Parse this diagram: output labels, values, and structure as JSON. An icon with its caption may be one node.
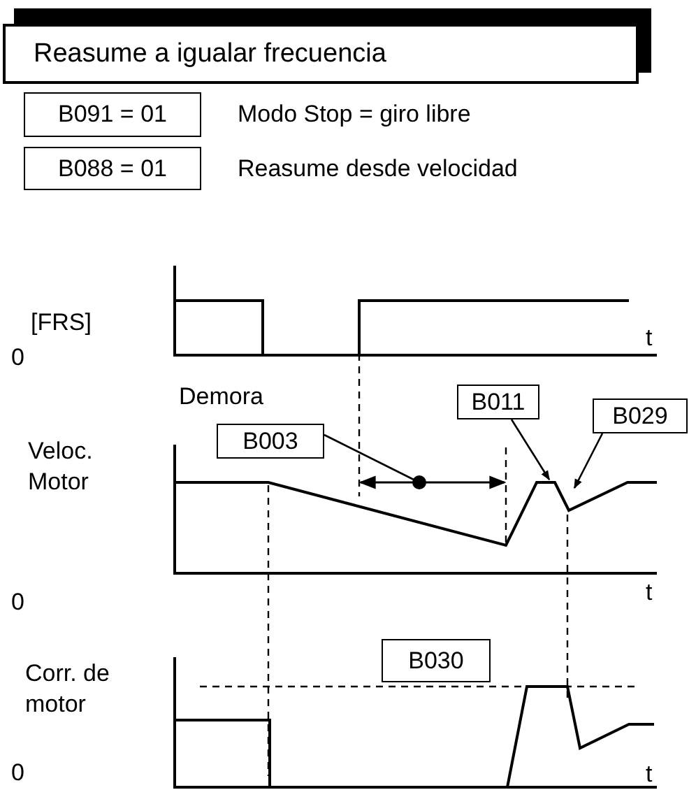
{
  "diagram": {
    "title": "Reasume a igualar frecuencia",
    "nodes": [
      {
        "text": [
          "B091 = 01"
        ],
        "beside": [
          "Modo Stop = giro libre"
        ]
      },
      {
        "text": [
          "B088 = 01"
        ],
        "beside": [
          "Reasume desde velocidad"
        ]
      },
      {
        "text": [
          "B003"
        ]
      },
      {
        "text": [
          "B011"
        ]
      },
      {
        "text": [
          "B029"
        ]
      },
      {
        "text": [
          "B030"
        ]
      },
      {
        "text": [],
        "shape": "circle"
      }
    ],
    "edges": [
      {
        "from": 2,
        "to": 6,
        "arrow": "none"
      },
      {
        "from": 3,
        "to": null,
        "arrow": "to"
      },
      {
        "from": 4,
        "to": null,
        "arrow": "to"
      }
    ],
    "labels": [
      "[FRS]",
      "0",
      "t",
      "Demora",
      "Veloc. Motor",
      "0",
      "t",
      "Corr. de motor",
      "0",
      "t"
    ]
  }
}
